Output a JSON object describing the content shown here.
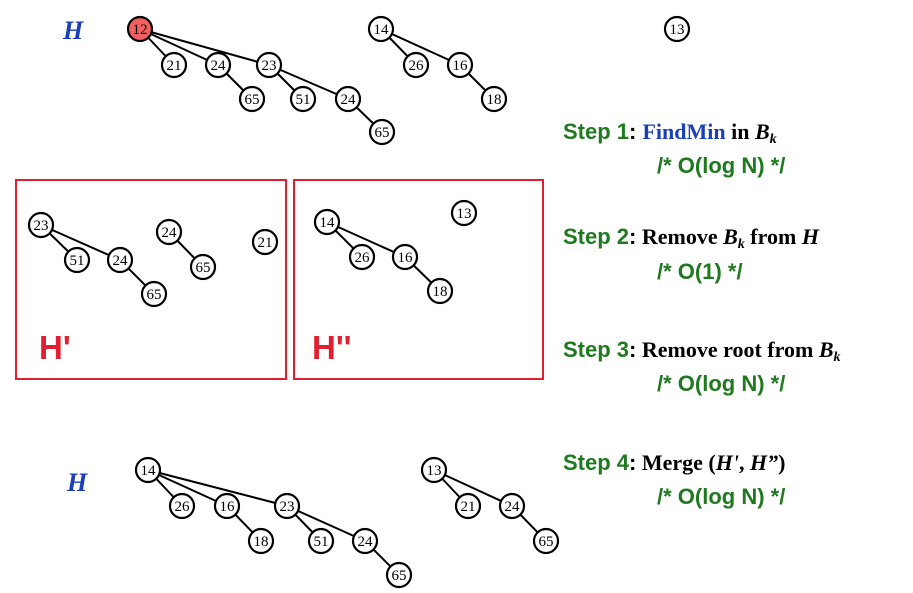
{
  "heap_labels": {
    "top": "H",
    "bottom": "H",
    "h_prime": "H'",
    "h_double_prime": "H''"
  },
  "colors": {
    "min_node": "#f06060",
    "box": "#e02030",
    "step": "#1f7a1f",
    "heap_label": "#1a3fb8"
  },
  "top_heap": {
    "trees": [
      {
        "root": "12",
        "highlighted": true,
        "children": [
          "21",
          "24",
          "23"
        ],
        "grandchildren": {
          "24": [
            "65"
          ],
          "23": [
            "51",
            "24"
          ]
        },
        "great_grandchildren": {
          "24": [
            "65"
          ]
        }
      },
      {
        "root": "14",
        "children": [
          "26",
          "16"
        ],
        "grandchildren": {
          "16": [
            "18"
          ]
        }
      },
      {
        "root": "13"
      }
    ]
  },
  "h_prime": {
    "trees": [
      {
        "root": "23",
        "children": [
          "51",
          "24"
        ],
        "grandchildren": {
          "24": [
            "65"
          ]
        }
      },
      {
        "root": "24",
        "children": [
          "65"
        ]
      },
      {
        "root": "21"
      }
    ]
  },
  "h_double_prime": {
    "trees": [
      {
        "root": "14",
        "children": [
          "26",
          "16"
        ],
        "grandchildren": {
          "16": [
            "18"
          ]
        }
      },
      {
        "root": "13"
      }
    ]
  },
  "bottom_heap": {
    "trees": [
      {
        "root": "14",
        "children": [
          "26",
          "16",
          "23"
        ],
        "grandchildren": {
          "16": [
            "18"
          ],
          "23": [
            "51",
            "24"
          ]
        },
        "great_grandchildren": {
          "24": [
            "65"
          ]
        }
      },
      {
        "root": "13",
        "children": [
          "21",
          "24"
        ],
        "grandchildren": {
          "24": [
            "65"
          ]
        }
      }
    ]
  },
  "steps": [
    {
      "name": "Step 1",
      "colon": ":",
      "text_a": "FindMin",
      "text_b": " in ",
      "var": "B",
      "sub": "k",
      "comment": "/* O(log N) */"
    },
    {
      "name": "Step 2",
      "colon": ":",
      "text_a": " Remove ",
      "var": "B",
      "sub": "k",
      "text_b": " from ",
      "var2": "H",
      "comment": "/* O(1) */"
    },
    {
      "name": "Step 3",
      "colon": ":",
      "text_a": " Remove root from ",
      "var": "B",
      "sub": "k",
      "comment": "/* O(log N) */"
    },
    {
      "name": "Step 4",
      "colon": ":",
      "text_a": " Merge (",
      "var": "H'",
      "text_b": ", ",
      "var2": "H”",
      "text_c": ")",
      "comment": "/* O(log N) */"
    }
  ]
}
